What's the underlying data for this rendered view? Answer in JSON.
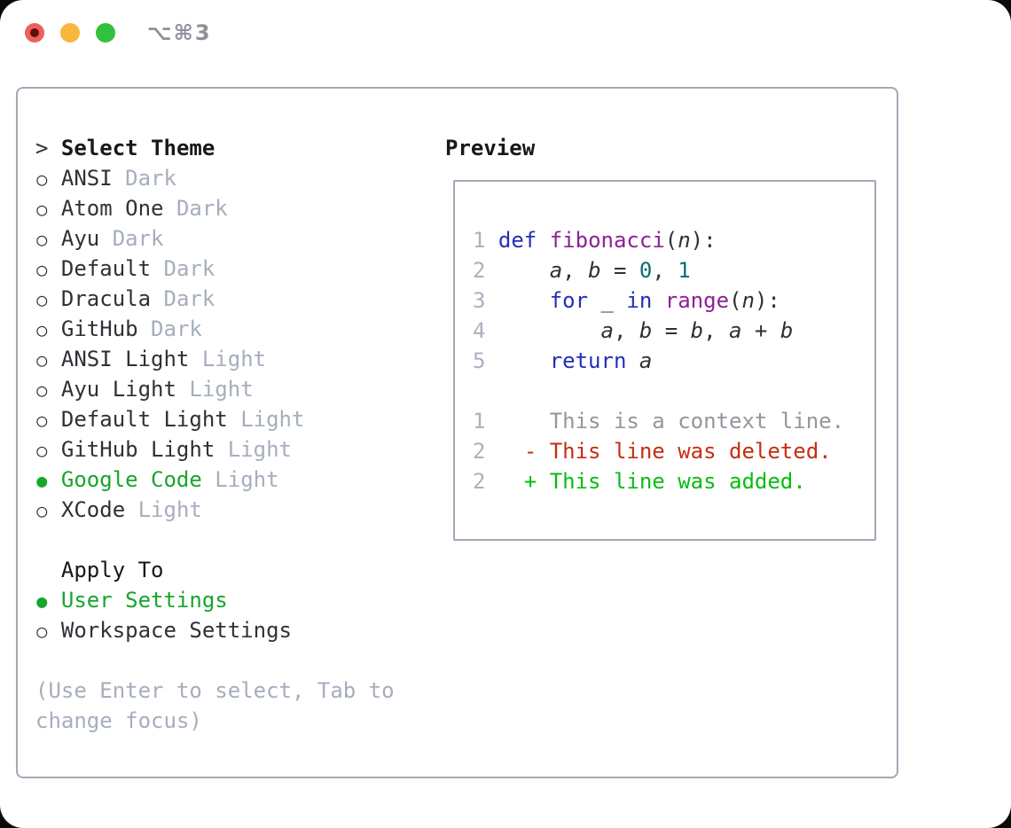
{
  "window": {
    "title": "⌥⌘3",
    "traffic_lights": [
      "close",
      "minimize",
      "zoom"
    ]
  },
  "theme_panel": {
    "header_marker": ">",
    "header_label": "Select Theme",
    "markers": {
      "selected": "●",
      "unselected": "○"
    },
    "themes": [
      {
        "name": "ANSI",
        "variant": "Dark",
        "selected": false
      },
      {
        "name": "Atom One",
        "variant": "Dark",
        "selected": false
      },
      {
        "name": "Ayu",
        "variant": "Dark",
        "selected": false
      },
      {
        "name": "Default",
        "variant": "Dark",
        "selected": false
      },
      {
        "name": "Dracula",
        "variant": "Dark",
        "selected": false
      },
      {
        "name": "GitHub",
        "variant": "Dark",
        "selected": false
      },
      {
        "name": "ANSI Light",
        "variant": "Light",
        "selected": false
      },
      {
        "name": "Ayu Light",
        "variant": "Light",
        "selected": false
      },
      {
        "name": "Default Light",
        "variant": "Light",
        "selected": false
      },
      {
        "name": "GitHub Light",
        "variant": "Light",
        "selected": false
      },
      {
        "name": "Google Code",
        "variant": "Light",
        "selected": true
      },
      {
        "name": "XCode",
        "variant": "Light",
        "selected": false
      }
    ],
    "apply_to": {
      "label": "Apply To",
      "options": [
        {
          "name": "User Settings",
          "selected": true
        },
        {
          "name": "Workspace Settings",
          "selected": false
        }
      ]
    },
    "help_lines": [
      "(Use Enter to select, Tab to",
      "change focus)"
    ]
  },
  "preview": {
    "title": "Preview",
    "code_lines": [
      {
        "num": "1",
        "tokens": [
          [
            "def",
            "keyword"
          ],
          [
            " ",
            "plain"
          ],
          [
            "fibonacci",
            "function"
          ],
          [
            "(",
            "plain"
          ],
          [
            "n",
            "variable"
          ],
          [
            "):",
            "plain"
          ]
        ]
      },
      {
        "num": "2",
        "tokens": [
          [
            "    ",
            "plain"
          ],
          [
            "a",
            "variable"
          ],
          [
            ", ",
            "plain"
          ],
          [
            "b",
            "variable"
          ],
          [
            " = ",
            "plain"
          ],
          [
            "0",
            "number"
          ],
          [
            ", ",
            "plain"
          ],
          [
            "1",
            "number"
          ]
        ]
      },
      {
        "num": "3",
        "tokens": [
          [
            "    ",
            "plain"
          ],
          [
            "for",
            "keyword"
          ],
          [
            " ",
            "plain"
          ],
          [
            "_",
            "variable"
          ],
          [
            " ",
            "plain"
          ],
          [
            "in",
            "keyword"
          ],
          [
            " ",
            "plain"
          ],
          [
            "range",
            "function"
          ],
          [
            "(",
            "plain"
          ],
          [
            "n",
            "variable"
          ],
          [
            "):",
            "plain"
          ]
        ]
      },
      {
        "num": "4",
        "tokens": [
          [
            "        ",
            "plain"
          ],
          [
            "a",
            "variable"
          ],
          [
            ", ",
            "plain"
          ],
          [
            "b",
            "variable"
          ],
          [
            " = ",
            "plain"
          ],
          [
            "b",
            "variable"
          ],
          [
            ", ",
            "plain"
          ],
          [
            "a",
            "variable"
          ],
          [
            " + ",
            "plain"
          ],
          [
            "b",
            "variable"
          ]
        ]
      },
      {
        "num": "5",
        "tokens": [
          [
            "    ",
            "plain"
          ],
          [
            "return",
            "keyword"
          ],
          [
            " ",
            "plain"
          ],
          [
            "a",
            "variable"
          ]
        ]
      }
    ],
    "diff_lines": [
      {
        "num": "1",
        "marker": " ",
        "text": "This is a context line.",
        "type": "context"
      },
      {
        "num": "2",
        "marker": "-",
        "text": "This line was deleted.",
        "type": "deleted"
      },
      {
        "num": "2",
        "marker": "+",
        "text": "This line was added.",
        "type": "added"
      }
    ]
  },
  "colors": {
    "text_dark": "#2e3136",
    "heading_dark": "#16181b",
    "muted_gray": "#a6aebc",
    "line_number_gray": "#a9b2c0",
    "context_gray": "#92979d",
    "accent_green": "#16a62c",
    "added_green": "#05bd13",
    "deleted_red": "#c52e12",
    "keyword_blue": "#2330b8",
    "function_purple": "#8c2196",
    "number_teal": "#0d6e75",
    "border_gray": "#a1a9b4",
    "title_gray": "#8d929a",
    "light_red": "#f0605a",
    "light_red_dot": "#5a120b",
    "light_yellow": "#f6b73c",
    "light_green": "#32c13d"
  }
}
